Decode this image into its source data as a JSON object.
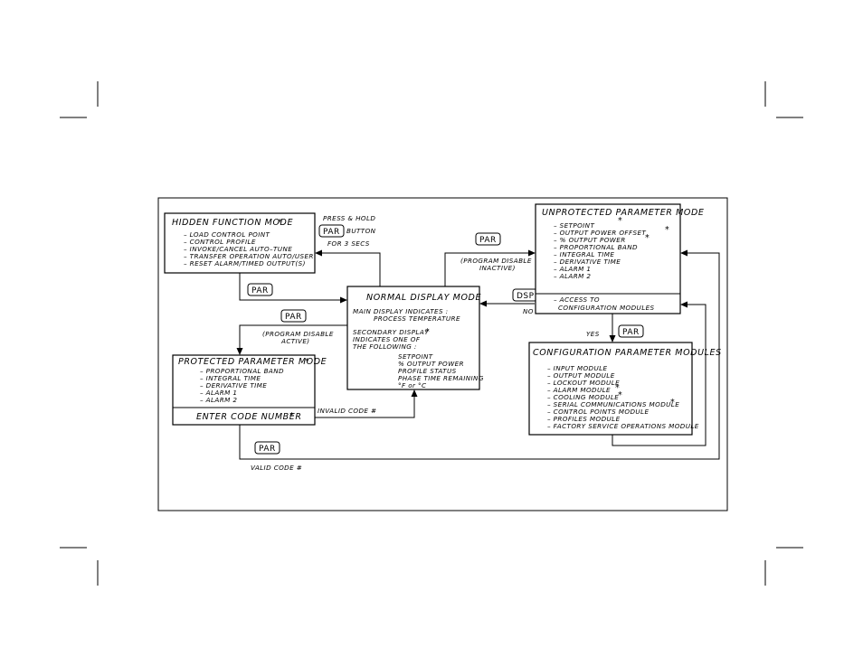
{
  "hidden": {
    "title": "HIDDEN FUNCTION MODE",
    "star": "*",
    "items": [
      "–  LOAD CONTROL POINT",
      "–  CONTROL PROFILE",
      "–  INVOKE/CANCEL AUTO–TUNE",
      "–  TRANSFER OPERATION AUTO/USER",
      "–  RESET ALARM/TIMED OUTPUT(S)"
    ]
  },
  "press": {
    "line1": "PRESS & HOLD",
    "button": "PAR",
    "line2": "BUTTON",
    "line3": "FOR 3 SECS"
  },
  "normal": {
    "title": "NORMAL DISPLAY MODE",
    "main1": "MAIN DISPLAY INDICATES :",
    "main2": "PROCESS TEMPERATURE",
    "sec1": "SECONDARY DISPLAY",
    "sec_star": "*",
    "sec2": "INDICATES ONE OF",
    "sec3": "THE FOLLOWING :",
    "items": [
      "SETPOINT",
      "% OUTPUT POWER",
      "PROFILE STATUS",
      "PHASE TIME REMAINING",
      "°F or °C"
    ]
  },
  "unprotected": {
    "title": "UNPROTECTED PARAMETER MODE",
    "items": [
      "–  SETPOINT",
      "–  OUTPUT POWER OFFSET",
      "–  % OUTPUT POWER",
      "–  PROPORTIONAL BAND",
      "–  INTEGRAL TIME",
      "–  DERIVATIVE TIME",
      "–  ALARM 1",
      "–  ALARM 2"
    ],
    "star1": "*",
    "star2": "*",
    "star3": "*",
    "access1": "–  ACCESS TO",
    "access2": "CONFIGURATION MODULES"
  },
  "protected": {
    "title": "PROTECTED PARAMETER MODE",
    "star": "*",
    "items": [
      "–  PROPORTIONAL BAND",
      "–  INTEGRAL TIME",
      "–  DERIVATIVE TIME",
      "–  ALARM 1",
      "–  ALARM 2"
    ],
    "enter": "ENTER CODE NUMBER",
    "enter_star": "*"
  },
  "config": {
    "title": "CONFIGURATION PARAMETER MODULES",
    "items": [
      "–  INPUT MODULE",
      "–  OUTPUT MODULE",
      "–  LOCKOUT MODULE",
      "–  ALARM MODULE",
      "–  COOLING MODULE",
      "–  SERIAL COMMUNICATIONS MODULE",
      "–  CONTROL POINTS MODULE",
      "–  PROFILES MODULE",
      "–  FACTORY SERVICE OPERATIONS MODULE"
    ],
    "star1": "*",
    "star2": "*",
    "star3": "*"
  },
  "buttons": {
    "par_hidden_to_normal": "PAR",
    "par_to_unprotected": "PAR",
    "dsp": "DSP",
    "par_to_protected": "PAR",
    "par_yes": "PAR",
    "par_valid": "PAR"
  },
  "notes": {
    "prog_inactive_1": "(PROGRAM DISABLE",
    "prog_inactive_2": "INACTIVE)",
    "prog_active_1": "(PROGRAM DISABLE",
    "prog_active_2": "ACTIVE)",
    "no": "NO",
    "yes": "YES",
    "invalid": "INVALID CODE #",
    "valid": "VALID CODE #"
  }
}
